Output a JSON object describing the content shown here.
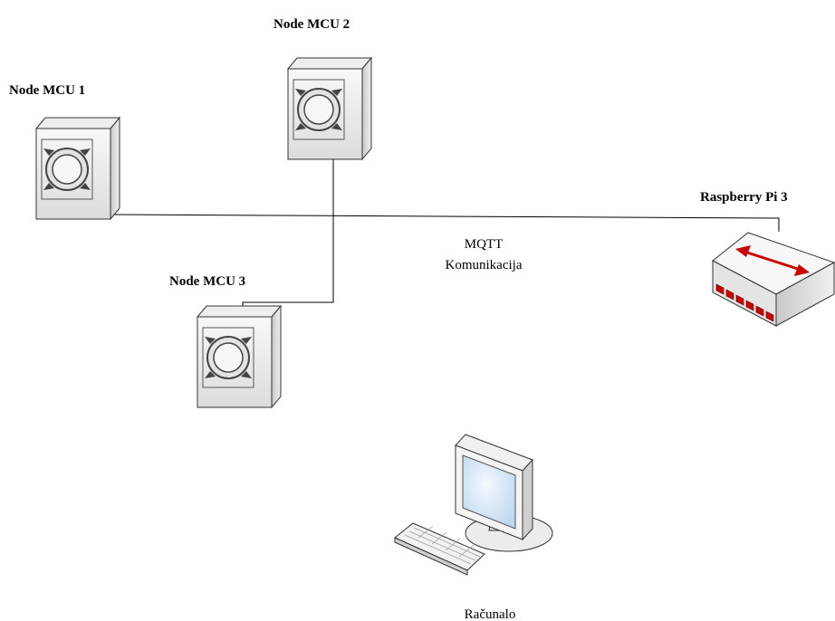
{
  "diagram": {
    "nodes": [
      {
        "id": "node1",
        "label": "Node MCU 1",
        "icon": "server-icon"
      },
      {
        "id": "node2",
        "label": "Node MCU 2",
        "icon": "server-icon"
      },
      {
        "id": "node3",
        "label": "Node MCU 3",
        "icon": "server-icon"
      },
      {
        "id": "rpi",
        "label": "Raspberry Pi 3",
        "icon": "switch-hub-icon"
      },
      {
        "id": "pc",
        "label": "Računalo",
        "icon": "workstation-computer-icon"
      }
    ],
    "link_label": {
      "line1": "MQTT",
      "line2": "Komunikacija"
    },
    "colors": {
      "accent": "#cc0000",
      "device_light": "#f4f4f4",
      "device_mid": "#cfcfcf",
      "device_dark": "#8a8a8a",
      "screen": "#cfe2f5"
    }
  }
}
